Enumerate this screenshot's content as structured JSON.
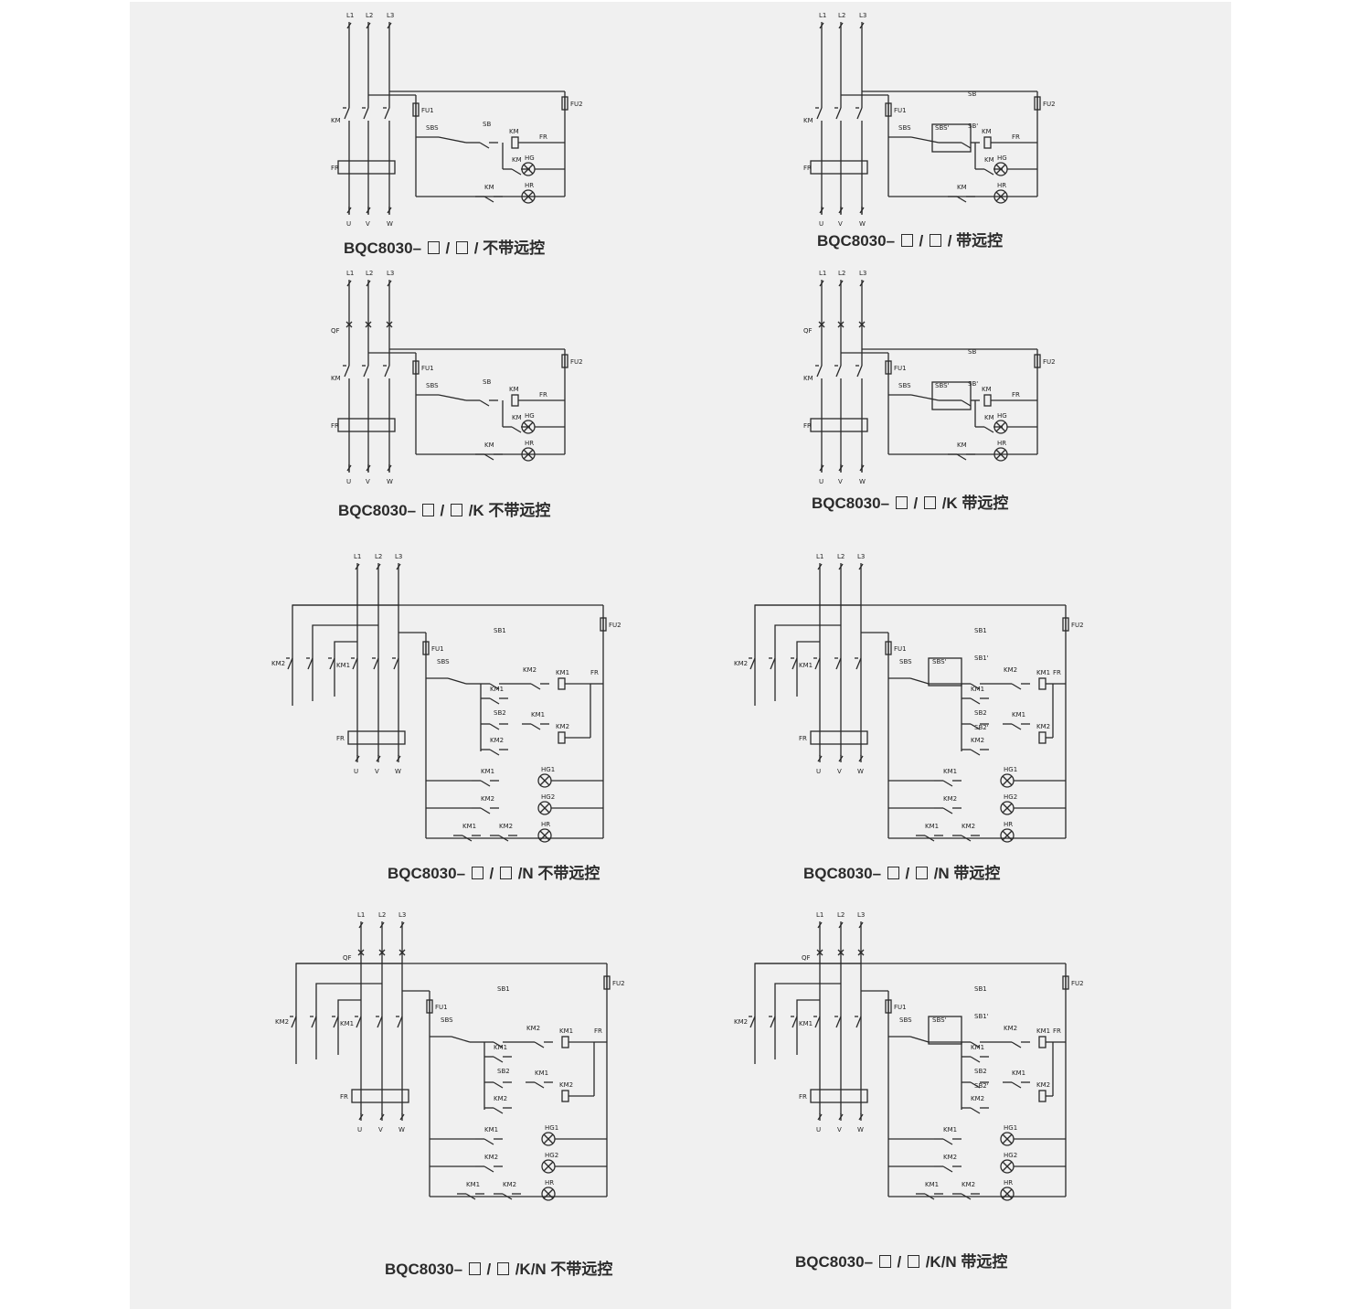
{
  "diagrams": [
    {
      "caption": {
        "prefix": "BQC8030–",
        "mid": " / ",
        "suffix": " / 不带远控"
      },
      "labels": {
        "phases": [
          "L1",
          "L2",
          "L3"
        ],
        "outs": [
          "U",
          "V",
          "W"
        ],
        "km": "KM",
        "fr": "FR",
        "fu1": "FU1",
        "fu2": "FU2",
        "sbs": "SBS",
        "sb": "SB",
        "hg": "HG",
        "hr": "HR"
      }
    },
    {
      "caption": {
        "prefix": "BQC8030–",
        "mid": " / ",
        "suffix": " / 带远控"
      },
      "labels": {
        "phases": [
          "L1",
          "L2",
          "L3"
        ],
        "outs": [
          "U",
          "V",
          "W"
        ],
        "km": "KM",
        "fr": "FR",
        "fu1": "FU1",
        "fu2": "FU2",
        "sbs": "SBS",
        "sbsp": "SBS'",
        "sb": "SB",
        "sbp": "SB'",
        "hg": "HG",
        "hr": "HR"
      }
    },
    {
      "caption": {
        "prefix": "BQC8030–",
        "mid": " / ",
        "suffix": " /K 不带远控"
      },
      "labels": {
        "phases": [
          "L1",
          "L2",
          "L3"
        ],
        "outs": [
          "U",
          "V",
          "W"
        ],
        "qf": "QF",
        "km": "KM",
        "fr": "FR",
        "fu1": "FU1",
        "fu2": "FU2",
        "sbs": "SBS",
        "sb": "SB",
        "hg": "HG",
        "hr": "HR"
      }
    },
    {
      "caption": {
        "prefix": "BQC8030–",
        "mid": " / ",
        "suffix": " /K 带远控"
      },
      "labels": {
        "phases": [
          "L1",
          "L2",
          "L3"
        ],
        "outs": [
          "U",
          "V",
          "W"
        ],
        "qf": "QF",
        "km": "KM",
        "fr": "FR",
        "fu1": "FU1",
        "fu2": "FU2",
        "sbs": "SBS",
        "sbsp": "SBS'",
        "sb": "SB",
        "sbp": "SB'",
        "hg": "HG",
        "hr": "HR"
      }
    },
    {
      "caption": {
        "prefix": "BQC8030–",
        "mid": " / ",
        "suffix": " /N 不带远控"
      },
      "labels": {
        "phases": [
          "L1",
          "L2",
          "L3"
        ],
        "outs": [
          "U",
          "V",
          "W"
        ],
        "km1": "KM1",
        "km2": "KM2",
        "fr": "FR",
        "fu1": "FU1",
        "fu2": "FU2",
        "sbs": "SBS",
        "sb1": "SB1",
        "sb2": "SB2",
        "hg1": "HG1",
        "hg2": "HG2",
        "hr": "HR"
      }
    },
    {
      "caption": {
        "prefix": "BQC8030–",
        "mid": " / ",
        "suffix": " /N 带远控"
      },
      "labels": {
        "phases": [
          "L1",
          "L2",
          "L3"
        ],
        "outs": [
          "U",
          "V",
          "W"
        ],
        "km1": "KM1",
        "km2": "KM2",
        "fr": "FR",
        "fu1": "FU1",
        "fu2": "FU2",
        "sbs": "SBS",
        "sbsp": "SBS'",
        "sb1": "SB1",
        "sb1p": "SB1'",
        "sb2": "SB2",
        "sb2p": "SB2'",
        "hg1": "HG1",
        "hg2": "HG2",
        "hr": "HR"
      }
    },
    {
      "caption": {
        "prefix": "BQC8030–",
        "mid": " / ",
        "suffix": " /K/N 不带远控"
      },
      "labels": {
        "phases": [
          "L1",
          "L2",
          "L3"
        ],
        "outs": [
          "U",
          "V",
          "W"
        ],
        "qf": "QF",
        "km1": "KM1",
        "km2": "KM2",
        "fr": "FR",
        "fu1": "FU1",
        "fu2": "FU2",
        "sbs": "SBS",
        "sb1": "SB1",
        "sb2": "SB2",
        "hg1": "HG1",
        "hg2": "HG2",
        "hr": "HR"
      }
    },
    {
      "caption": {
        "prefix": "BQC8030–",
        "mid": " / ",
        "suffix": " /K/N 带远控"
      },
      "labels": {
        "phases": [
          "L1",
          "L2",
          "L3"
        ],
        "outs": [
          "U",
          "V",
          "W"
        ],
        "qf": "QF",
        "km1": "KM1",
        "km2": "KM2",
        "fr": "FR",
        "fu1": "FU1",
        "fu2": "FU2",
        "sbs": "SBS",
        "sbsp": "SBS'",
        "sb1": "SB1",
        "sb1p": "SB1'",
        "sb2": "SB2",
        "sb2p": "SB2'",
        "hg1": "HG1",
        "hg2": "HG2",
        "hr": "HR"
      }
    }
  ]
}
